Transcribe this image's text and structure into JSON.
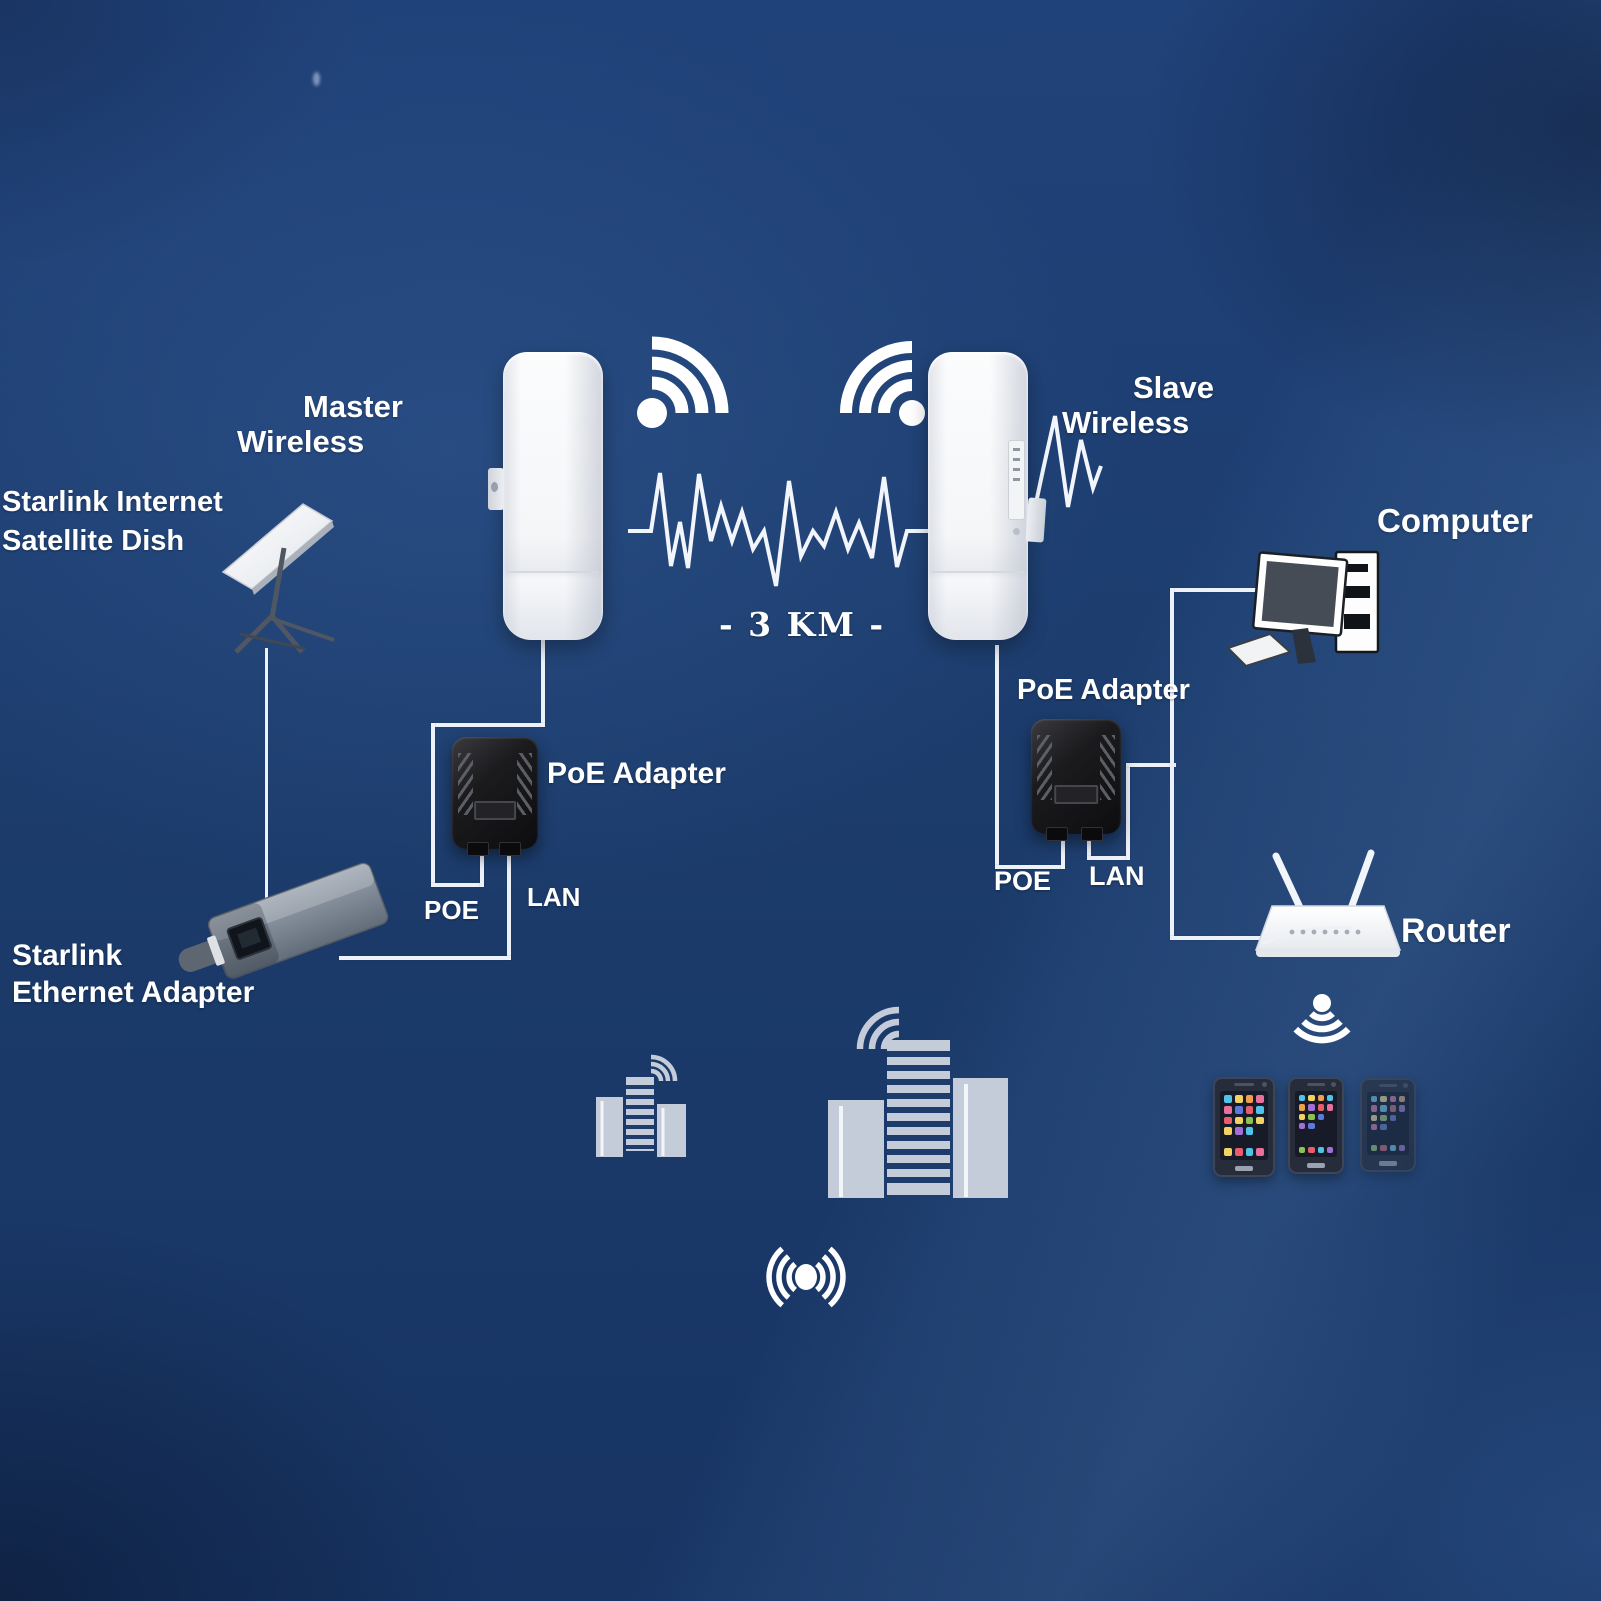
{
  "title": "Starlink long-range wireless bridge network diagram",
  "colors": {
    "background": "#1c3c6b",
    "wire": "#edf2f9",
    "text": "#ffffff",
    "building": "#c5ccd9",
    "ap_body": "#f7f8fa",
    "adapter_black": "#141416",
    "phone_body": "#262c3a"
  },
  "labels": {
    "master_line1": "Master",
    "master_line2": "Wireless",
    "dish_line1": "Starlink Internet",
    "dish_line2": "Satellite Dish",
    "eth_line1": "Starlink",
    "eth_line2": "Ethernet Adapter",
    "poe_adapter_left": "PoE Adapter",
    "poe_adapter_right": "PoE Adapter",
    "poe_left": "POE",
    "lan_left": "LAN",
    "poe_right": "POE",
    "lan_right": "LAN",
    "distance": "- 3 KM -",
    "slave_line1": "Slave",
    "slave_line2": "Wireless",
    "computer": "Computer",
    "router": "Router"
  },
  "icons": {
    "wifi_master": "wifi-signal-pointing-ne",
    "wifi_slave": "wifi-signal-pointing-nw",
    "router_wifi": "wifi-signal-pointing-down",
    "broadcast": "radio-broadcast",
    "building_small_wifi": "wifi-signal-pointing-ne",
    "building_large_wifi": "wifi-signal-pointing-nw",
    "signal_wave": "zigzag-waveform"
  },
  "phones": {
    "list": [
      {
        "grid": [
          "#4fc3e8",
          "#f2d262",
          "#ef9f4d",
          "#ea6f9d",
          "#ea6f9d",
          "#5c79dd",
          "#e85c6c",
          "#4fc3e8",
          "#e85c6c",
          "#f2d262",
          "#8cc24f",
          "#f2d262",
          "#f2d262",
          "#a36fd6",
          "#4fc3e8",
          null
        ],
        "dock": [
          "#f2d262",
          "#e85c6c",
          "#4fc3e8",
          "#ea6f9d"
        ]
      },
      {
        "grid": [
          "#4fc3e8",
          "#f2d262",
          "#ef9f4d",
          "#4fc3e8",
          "#ef9f4d",
          "#a36fd6",
          "#e85c6c",
          "#ea6f9d",
          "#f2d262",
          "#8cc24f",
          "#5c79dd",
          null,
          "#a36fd6",
          "#5c79dd",
          null,
          null
        ],
        "dock": [
          "#8cc24f",
          "#e85c6c",
          "#4fc3e8",
          "#a36fd6"
        ]
      },
      {
        "grid": [
          "#4fc3e8",
          "#f2d262",
          "#ea6f9d",
          "#ef9f4d",
          "#ea6f9d",
          "#4fc3e8",
          "#e85c6c",
          "#a36fd6",
          "#f2d262",
          "#8cc24f",
          "#5c79dd",
          null,
          "#ea6f9d",
          "#5c79dd",
          null,
          null
        ],
        "dock": [
          "#8cc24f",
          "#e85c6c",
          "#4fc3e8",
          "#a36fd6"
        ]
      }
    ]
  }
}
